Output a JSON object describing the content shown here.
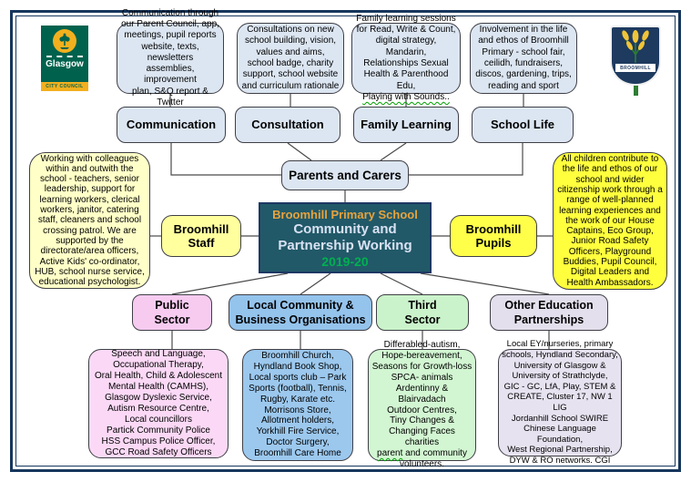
{
  "logos": {
    "glasgow": {
      "name": "Glasgow",
      "subtitle": "CITY COUNCIL"
    },
    "broomhill": {
      "name": "BROOMHILL"
    }
  },
  "center": {
    "school": "Broomhill Primary School",
    "title": "Community and\nPartnership Working",
    "year": "2019-20"
  },
  "hub": {
    "label": "Parents and Carers"
  },
  "staff": {
    "label": "Broomhill\nStaff",
    "note": "Working with colleagues\nwithin and outwith the\nschool - teachers, senior\nleadership, support for\nlearning workers, clerical\nworkers, janitor, catering\nstaff, cleaners and school\ncrossing patrol. We are\nsupported by the\ndirectorate/area officers,\nActive Kids' co-ordinator,\nHUB, school nurse service,\neducational psychologist."
  },
  "pupils": {
    "label": "Broomhill\nPupils",
    "note": "All children contribute to\nthe life and ethos of our\nschool and wider\ncitizenship work through a\nrange of well-planned\nlearning experiences and\nthe work of our House\nCaptains, Eco Group,\nJunior Road Safety\nOfficers, Playground\nBuddies, Pupil Council,\nDigital Leaders and\nHealth Ambassadors."
  },
  "top_branches": [
    {
      "label": "Communication",
      "note": "Communication through\nour Parent Council, app,\nmeetings, pupil reports\nwebsite, texts, newsletters\nassemblies, improvement\nplan, S&Q report & Twitter"
    },
    {
      "label": "Consultation",
      "note": "Consultations on new\nschool building, vision,\nvalues and aims,\nschool badge, charity\nsupport, school website\nand curriculum rationale"
    },
    {
      "label": "Family Learning",
      "note": "Family learning sessions\nfor Read, Write & Count,\ndigital strategy, Mandarin,\nRelationships Sexual\nHealth & Parenthood Edu,\n",
      "note_wavy": "Playing with Sounds.."
    },
    {
      "label": "School Life",
      "note": "Involvement in the life\nand ethos of Broomhill\nPrimary - school fair,\nceilidh, fundraisers,\ndiscos, gardening, trips,\nreading and sport"
    }
  ],
  "bottom_branches": [
    {
      "label": "Public\nSector",
      "note": "Speech and Language,\nOccupational Therapy,\nOral Health, Child & Adolescent\nMental Health (CAMHS),\nGlasgow Dyslexic Service,\nAutism Resource Centre,\nLocal councillors\nPartick Community Police\nHSS Campus Police Officer,\nGCC Road Safety Officers"
    },
    {
      "label": "Local Community &\nBusiness Organisations",
      "note": "Broomhill Church,\nHyndland Book Shop,\nLocal sports club – Park\nSports (football), Tennis,\nRugby, Karate etc.\nMorrisons Store,\nAllotment holders,\nYorkhill Fire Service,\nDoctor Surgery,\nBroomhill Care Home"
    },
    {
      "label": "Third\nSector",
      "note": "Differabled-autism,\nHope-bereavement,\nSeasons for Growth-loss\nSPCA- animals\nArdentinny & Blairvadach\nOutdoor Centres,\nTiny Changes &\nChanging Faces charities\n",
      "note_wavy": "parent",
      "note_after": " and community\nvolunteers."
    },
    {
      "label": "Other Education\nPartnerships",
      "note": "Local EY/nurseries, primary\nschools, Hyndland Secondary,\nUniversity of Glasgow &\nUniversity of Strathclyde,\nGIC - GC, LfA, Play, STEM &\nCREATE, Cluster 17, NW 1 LIG\nJordanhill School SWIRE\nChinese Language Foundation,\nWest Regional Partnership,\nDYW & RO networks. CGI"
    }
  ],
  "colors": {
    "frame": "#16365C",
    "center_bg": "#215968",
    "center_school": "#E8A33D",
    "center_title": "#D9E2F3",
    "center_year": "#00B050",
    "box_blue": "#DCE6F2",
    "yellow_pale": "#FFFFC8",
    "yellow_bright": "#FFFF3E",
    "pink": "#F7CBF0",
    "blue": "#94C3EC",
    "green": "#CBF3CB",
    "lavender": "#E4DFEC",
    "wavy_underline": "#00A000"
  }
}
